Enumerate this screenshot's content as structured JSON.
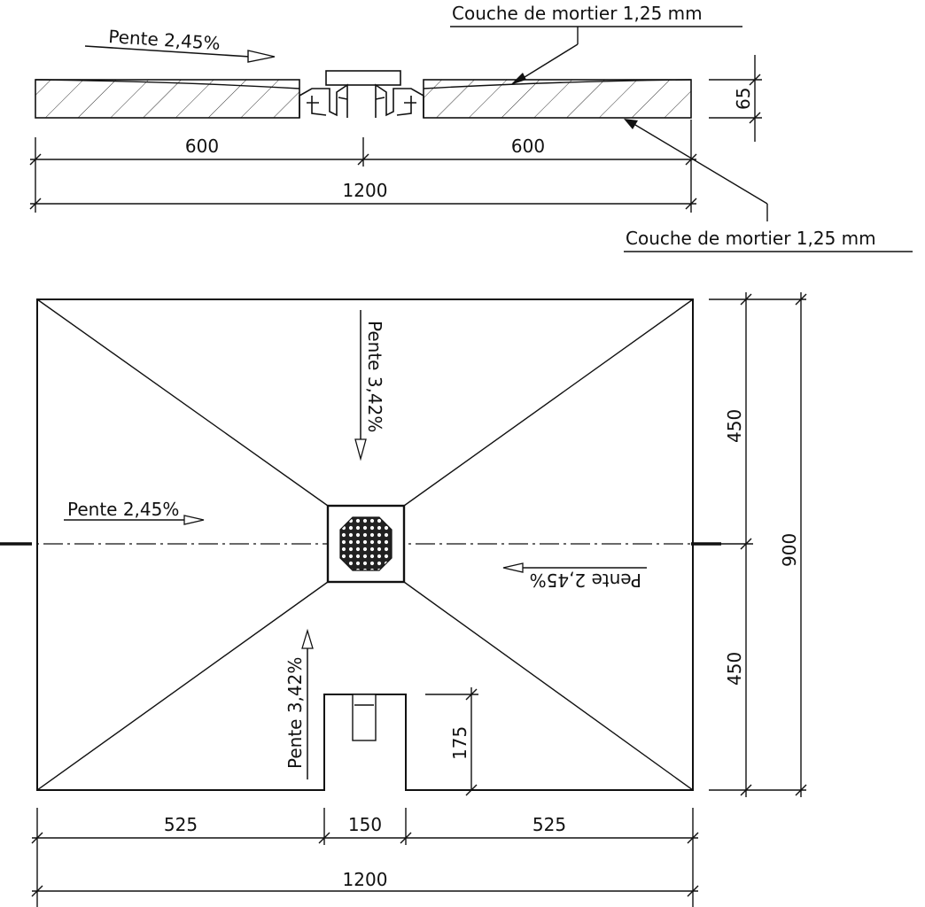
{
  "section": {
    "mortar_top_label": "Couche de mortier 1,25 mm",
    "mortar_bottom_label": "Couche de mortier 1,25 mm",
    "slope_label": "Pente 2,45%",
    "dim_left": "600",
    "dim_right": "600",
    "dim_total": "1200",
    "dim_thickness": "65"
  },
  "plan": {
    "slope_top": "Pente 3,42%",
    "slope_left": "Pente 2,45%",
    "slope_right": "Pente 2,45%",
    "slope_bottom": "Pente 3,42%",
    "dim_upper_half": "450",
    "dim_lower_half": "450",
    "dim_height": "900",
    "dim_notch_depth": "175",
    "dim_left_part": "525",
    "dim_notch_width": "150",
    "dim_right_part": "525",
    "dim_width": "1200"
  },
  "colors": {
    "line": "#111111",
    "background": "#ffffff"
  },
  "icons": {
    "drain_grate": "drain-grate-icon",
    "arrow": "slope-arrow-icon"
  }
}
